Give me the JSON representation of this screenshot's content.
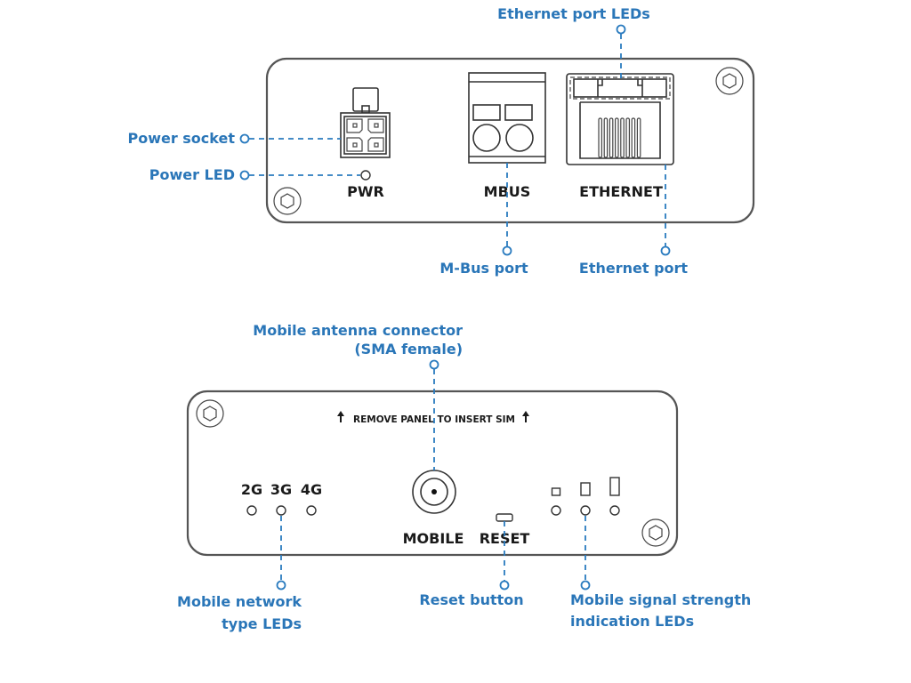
{
  "title": "Device front and back panel port layout",
  "colors": {
    "callout_text": "#2a76b8",
    "leader_line": "#2a7bbf",
    "outline": "#333333",
    "silkscreen": "#1a1a1a"
  },
  "top_panel": {
    "silkscreen": {
      "pwr": "PWR",
      "mbus": "MBUS",
      "ethernet": "ETHERNET"
    },
    "callouts": {
      "ethernet_port_leds": "Ethernet port LEDs",
      "power_socket": "Power socket",
      "power_led": "Power LED",
      "mbus_port": "M-Bus port",
      "ethernet_port": "Ethernet port"
    }
  },
  "bottom_panel": {
    "silkscreen": {
      "sim_notice": "REMOVE PANEL TO INSERT SIM",
      "sim_arrow": "arrow-up-icon",
      "net_2g": "2G",
      "net_3g": "3G",
      "net_4g": "4G",
      "mobile": "MOBILE",
      "reset": "RESET"
    },
    "signal_bars": 3,
    "callouts": {
      "antenna_line1": "Mobile antenna connector",
      "antenna_line2": "(SMA female)",
      "network_line1": "Mobile network",
      "network_line2": "type LEDs",
      "reset_button": "Reset button",
      "signal_line1": "Mobile signal strength",
      "signal_line2": "indication LEDs"
    }
  }
}
